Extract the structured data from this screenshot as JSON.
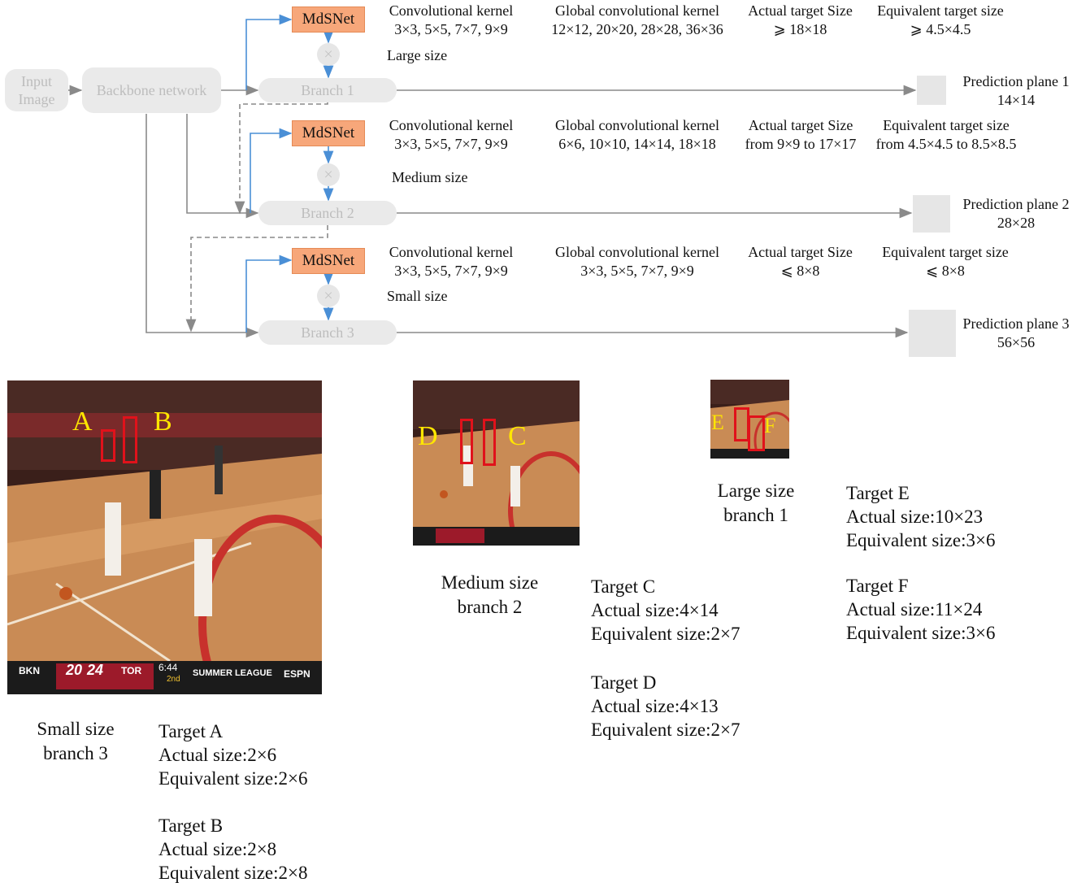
{
  "diagram": {
    "input": "Input\nImage",
    "backbone": "Backbone network",
    "mdsnet": "MdSNet",
    "multiply": "×",
    "branches": [
      {
        "name": "Branch 1",
        "size_label": "Large size",
        "conv_title": "Convolutional kernel",
        "conv_values": "3×3, 5×5, 7×7, 9×9",
        "global_title": "Global convolutional kernel",
        "global_values": "12×12, 20×20, 28×28, 36×36",
        "actual_title": "Actual target Size",
        "actual_values": "⩾ 18×18",
        "equiv_title": "Equivalent target  size",
        "equiv_values": "⩾ 4.5×4.5",
        "plane_title": "Prediction plane 1",
        "plane_size": "14×14"
      },
      {
        "name": "Branch 2",
        "size_label": "Medium size",
        "conv_title": "Convolutional kernel",
        "conv_values": "3×3, 5×5, 7×7, 9×9",
        "global_title": "Global convolutional kernel",
        "global_values": "6×6, 10×10, 14×14, 18×18",
        "actual_title": "Actual target Size",
        "actual_values": "from 9×9 to 17×17",
        "equiv_title": "Equivalent target  size",
        "equiv_values": "from 4.5×4.5 to 8.5×8.5",
        "plane_title": "Prediction plane 2",
        "plane_size": "28×28"
      },
      {
        "name": "Branch 3",
        "size_label": "Small size",
        "conv_title": "Convolutional kernel",
        "conv_values": "3×3, 5×5, 7×7, 9×9",
        "global_title": "Global convolutional kernel",
        "global_values": "3×3, 5×5, 7×7, 9×9",
        "actual_title": "Actual target Size",
        "actual_values": "⩽ 8×8",
        "equiv_title": "Equivalent target  size",
        "equiv_values": "⩽ 8×8",
        "plane_title": "Prediction plane 3",
        "plane_size": "56×56"
      }
    ]
  },
  "examples": {
    "small": {
      "caption_line1": "Small size",
      "caption_line2": "branch 3",
      "labels": [
        "A",
        "B"
      ],
      "targets": [
        {
          "name": "Target A",
          "actual": "Actual size:2×6",
          "equivalent": "Equivalent size:2×6"
        },
        {
          "name": "Target B",
          "actual": "Actual size:2×8",
          "equivalent": "Equivalent size:2×8"
        }
      ],
      "scoreboard": {
        "team1": "BKN",
        "score1": "20",
        "score2": "24",
        "team2": "TOR",
        "clock": "6:44",
        "period": "2nd",
        "banner": "SUMMER LEAGUE",
        "network": "ESPN"
      }
    },
    "medium": {
      "caption_line1": "Medium size",
      "caption_line2": "branch 2",
      "labels": [
        "D",
        "C"
      ],
      "targets": [
        {
          "name": "Target C",
          "actual": "Actual size:4×14",
          "equivalent": "Equivalent size:2×7"
        },
        {
          "name": "Target D",
          "actual": "Actual size:4×13",
          "equivalent": "Equivalent size:2×7"
        }
      ]
    },
    "large": {
      "caption_line1": "Large size",
      "caption_line2": "branch 1",
      "labels": [
        "E",
        "F"
      ],
      "targets": [
        {
          "name": "Target E",
          "actual": "Actual size:10×23",
          "equivalent": "Equivalent size:3×6"
        },
        {
          "name": "Target F",
          "actual": "Actual size:11×24",
          "equivalent": "Equivalent size:3×6"
        }
      ]
    }
  },
  "colors": {
    "mdsnet_fill": "#f7a77a",
    "node_fill": "#eaeaea",
    "arrow_blue": "#4a8fd6",
    "arrow_gray": "#8a8a8a",
    "target_box": "#e0121b",
    "target_label": "#ffe600"
  }
}
